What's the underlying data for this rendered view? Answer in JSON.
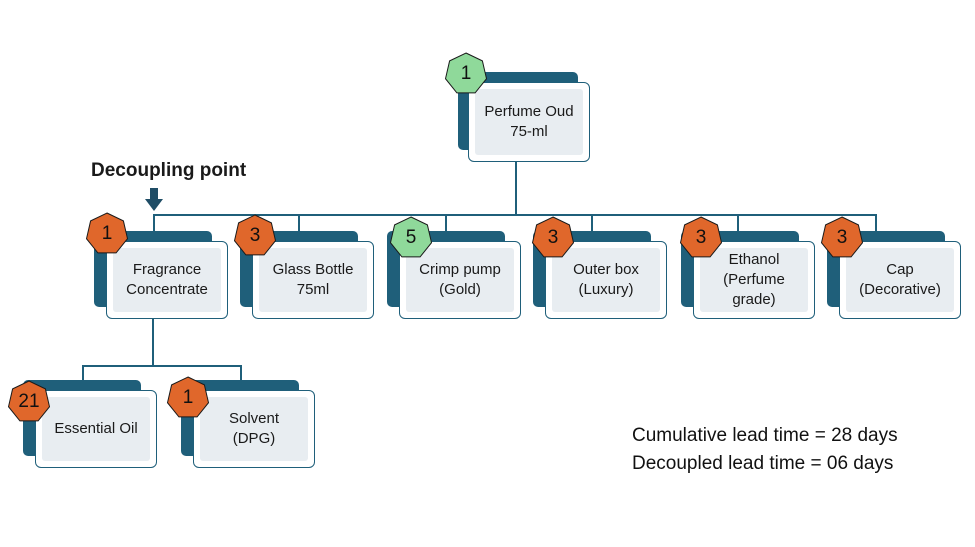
{
  "title_annotation": "Decoupling point",
  "colors": {
    "box": "#1f5f7a",
    "box_fill": "#e8edf1",
    "badge_orange": "#e0672b",
    "badge_green": "#8fd99a"
  },
  "root": {
    "label": "Perfume Oud\n75-ml",
    "lead_time": "1",
    "badge_color": "green"
  },
  "level1": [
    {
      "label": "Fragrance\nConcentrate",
      "lead_time": "1",
      "badge_color": "orange"
    },
    {
      "label": "Glass Bottle\n75ml",
      "lead_time": "3",
      "badge_color": "orange"
    },
    {
      "label": "Crimp pump\n(Gold)",
      "lead_time": "5",
      "badge_color": "green"
    },
    {
      "label": "Outer box\n(Luxury)",
      "lead_time": "3",
      "badge_color": "orange"
    },
    {
      "label": "Ethanol\n(Perfume\ngrade)",
      "lead_time": "3",
      "badge_color": "orange"
    },
    {
      "label": "Cap\n(Decorative)",
      "lead_time": "3",
      "badge_color": "orange"
    }
  ],
  "level2": [
    {
      "label": "Essential Oil",
      "lead_time": "21",
      "badge_color": "orange"
    },
    {
      "label": "Solvent\n(DPG)",
      "lead_time": "1",
      "badge_color": "orange"
    }
  ],
  "summary": {
    "cumulative": "Cumulative lead time = 28 days",
    "decoupled": "Decoupled lead time = 06 days"
  }
}
